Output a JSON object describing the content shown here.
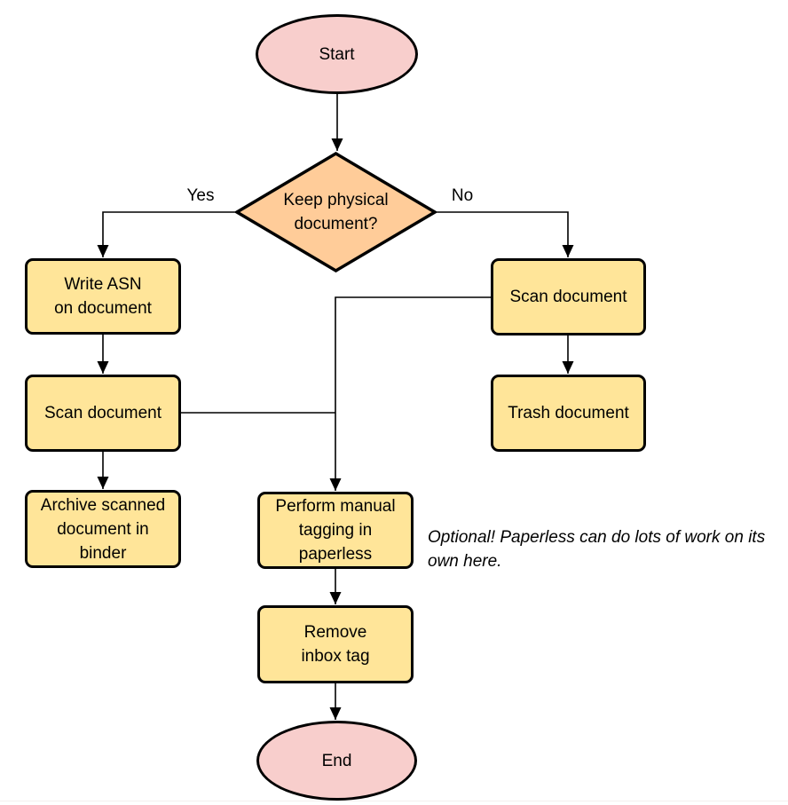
{
  "diagram": {
    "type": "flowchart",
    "nodes": {
      "start": {
        "shape": "terminal",
        "label": "Start"
      },
      "decision": {
        "shape": "decision",
        "label": "Keep physical\ndocument?"
      },
      "write_asn": {
        "shape": "process",
        "label": "Write ASN\non document"
      },
      "scan_left": {
        "shape": "process",
        "label": "Scan document"
      },
      "archive": {
        "shape": "process",
        "label": "Archive scanned\ndocument in\nbinder"
      },
      "scan_right": {
        "shape": "process",
        "label": "Scan document"
      },
      "trash": {
        "shape": "process",
        "label": "Trash document"
      },
      "tagging": {
        "shape": "process",
        "label": "Perform manual\ntagging in\npaperless"
      },
      "remove_inbox": {
        "shape": "process",
        "label": "Remove\ninbox tag"
      },
      "end": {
        "shape": "terminal",
        "label": "End"
      }
    },
    "edge_labels": {
      "yes": "Yes",
      "no": "No"
    },
    "flow": [
      {
        "from": "start",
        "to": "decision"
      },
      {
        "from": "decision",
        "to": "write_asn",
        "label": "Yes"
      },
      {
        "from": "decision",
        "to": "scan_right",
        "label": "No"
      },
      {
        "from": "write_asn",
        "to": "scan_left"
      },
      {
        "from": "scan_left",
        "to": "archive"
      },
      {
        "from": "scan_left",
        "to": "tagging"
      },
      {
        "from": "scan_right",
        "to": "trash"
      },
      {
        "from": "scan_right",
        "to": "tagging"
      },
      {
        "from": "tagging",
        "to": "remove_inbox"
      },
      {
        "from": "remove_inbox",
        "to": "end"
      }
    ],
    "note": {
      "text": "Optional! Paperless can do lots of work on its own here."
    },
    "colors": {
      "terminal_fill": "#f8cecc",
      "decision_fill": "#ffcc99",
      "process_fill": "#ffe599",
      "stroke": "#000000"
    }
  }
}
